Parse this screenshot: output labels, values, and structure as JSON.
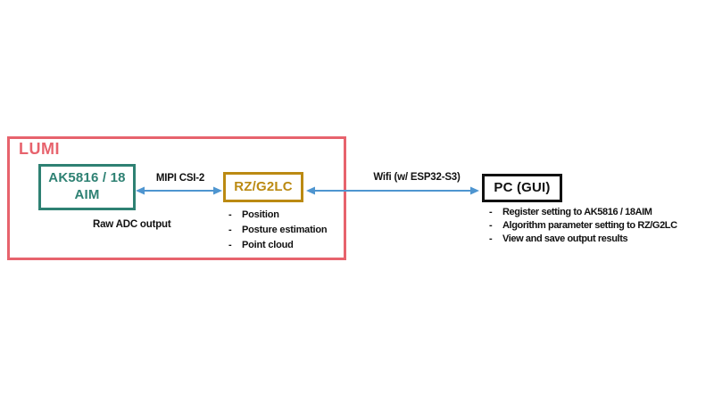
{
  "colors": {
    "lumi_pink": "#e7636d",
    "sensor_teal": "#2e8173",
    "processor_gold": "#bb8a12",
    "pc_black": "#111111",
    "arrow_blue": "#4e95d0"
  },
  "bullet": "-",
  "lumi": {
    "label": "LUMI",
    "sensor": {
      "name_line1": "AK5816 / 18",
      "name_line2": "AIM",
      "caption": "Raw ADC output"
    },
    "processor": {
      "name": "RZ/G2LC",
      "outputs": [
        "Position",
        "Posture estimation",
        "Point cloud"
      ]
    }
  },
  "links": {
    "sensor_processor": "MIPI CSI-2",
    "processor_pc": "Wifi (w/ ESP32-S3)"
  },
  "pc": {
    "name": "PC (GUI)",
    "functions": [
      "Register setting to AK5816 / 18AIM",
      "Algorithm parameter setting to RZ/G2LC",
      "View and save output results"
    ]
  }
}
